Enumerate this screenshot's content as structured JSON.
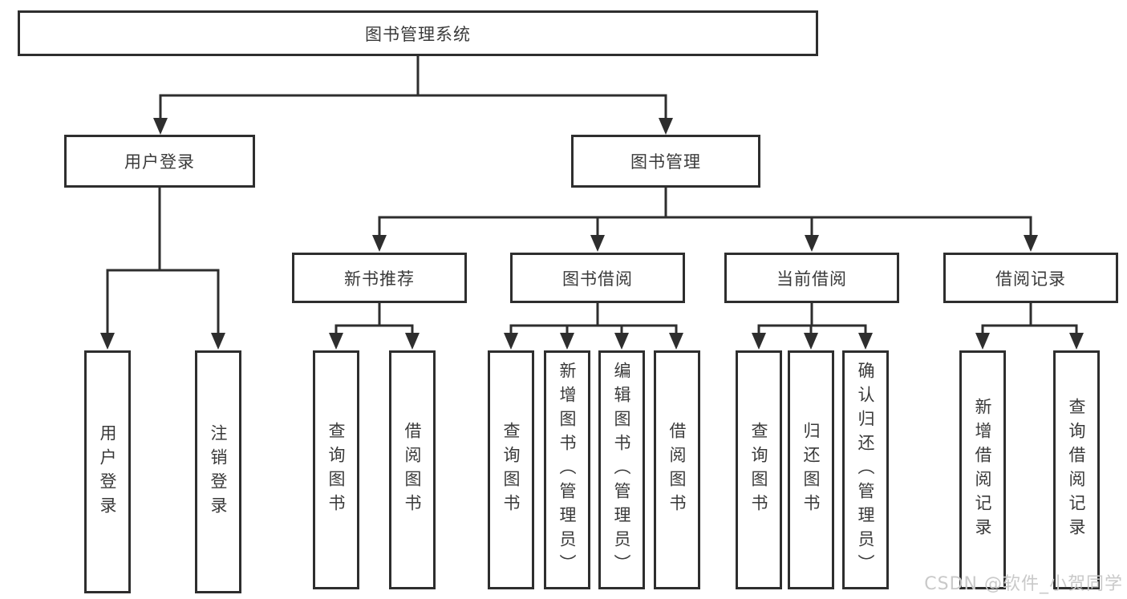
{
  "colors": {
    "line": "#2e2e2e",
    "border": "#2e2e2e",
    "text": "#3a3a3a",
    "watermark": "#c9c9c9",
    "background": "#ffffff"
  },
  "watermark": {
    "text": "CSDN @软件_小贺同学"
  },
  "tree": {
    "root": {
      "label": "图书管理系统"
    },
    "branches": [
      {
        "label": "用户登录",
        "children": [
          {
            "label": "用户登录"
          },
          {
            "label": "注销登录"
          }
        ]
      },
      {
        "label": "图书管理",
        "children": [
          {
            "label": "新书推荐",
            "children": [
              {
                "label": "查询图书"
              },
              {
                "label": "借阅图书"
              }
            ]
          },
          {
            "label": "图书借阅",
            "children": [
              {
                "label": "查询图书"
              },
              {
                "label": "新增图书（管理员）"
              },
              {
                "label": "编辑图书（管理员）"
              },
              {
                "label": "借阅图书"
              }
            ]
          },
          {
            "label": "当前借阅",
            "children": [
              {
                "label": "查询图书"
              },
              {
                "label": "归还图书"
              },
              {
                "label": "确认归还（管理员）"
              }
            ]
          },
          {
            "label": "借阅记录",
            "children": [
              {
                "label": "新增借阅记录"
              },
              {
                "label": "查询借阅记录"
              }
            ]
          }
        ]
      }
    ]
  }
}
